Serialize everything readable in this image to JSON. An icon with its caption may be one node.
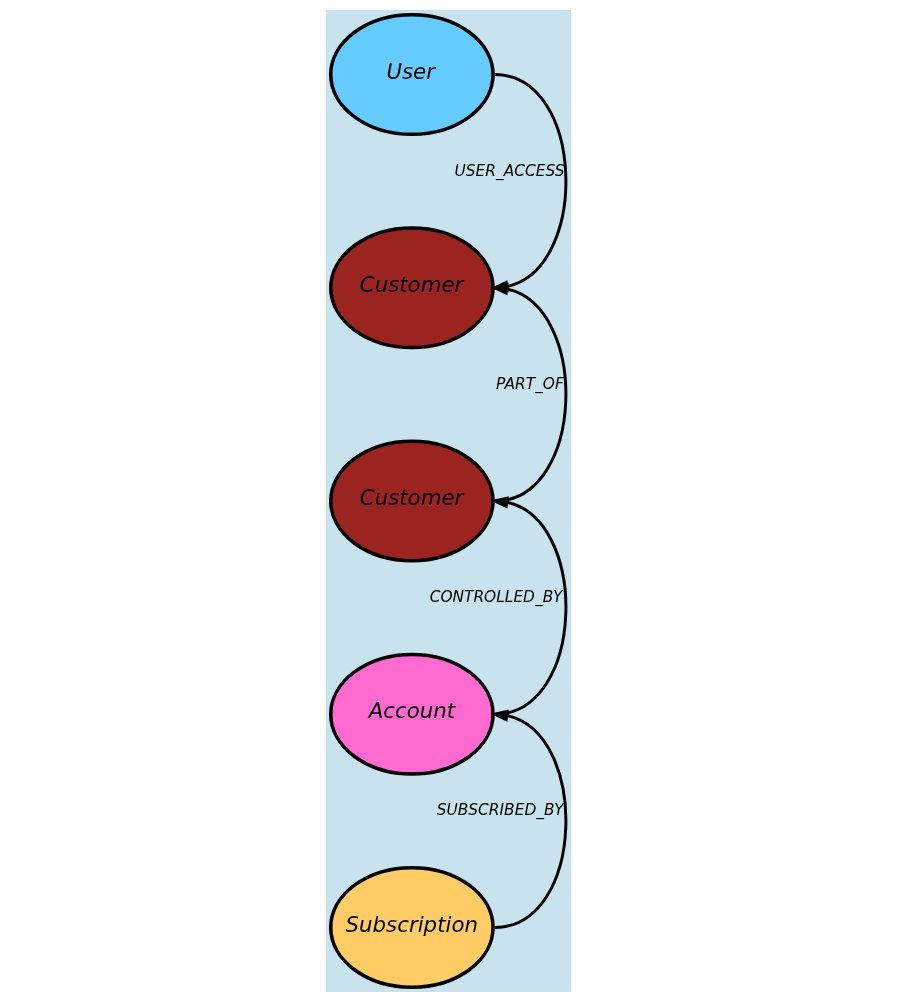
{
  "diagram": {
    "nodes": [
      {
        "text": [
          "User"
        ]
      },
      {
        "text": [
          "Customer"
        ]
      },
      {
        "text": [
          "Customer"
        ]
      },
      {
        "text": [
          "Account"
        ]
      },
      {
        "text": [
          "Subscription"
        ]
      }
    ],
    "edges": [
      {
        "from": 0,
        "to": 1,
        "arrow": "to",
        "label": "USER_ACCESS"
      },
      {
        "from": 2,
        "to": 1,
        "arrow": "to",
        "label": "PART_OF"
      },
      {
        "from": 3,
        "to": 2,
        "arrow": "to",
        "label": "CONTROLLED_BY"
      },
      {
        "from": 4,
        "to": 3,
        "arrow": "to",
        "label": "SUBSCRIBED_BY"
      }
    ]
  }
}
